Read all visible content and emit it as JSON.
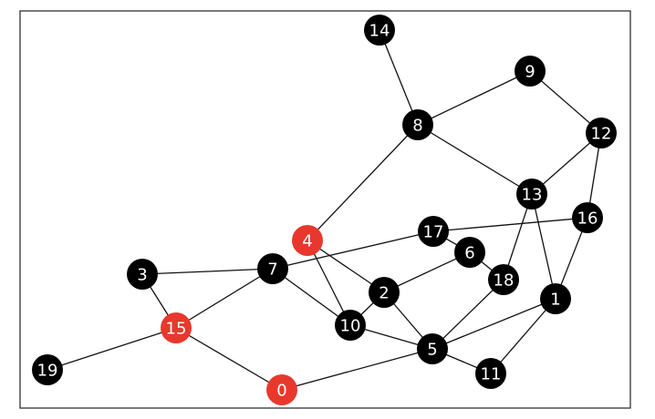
{
  "graph": {
    "colors": {
      "default": "#000000",
      "highlight": "#e8382d",
      "label": "#ffffff",
      "edge": "#111111"
    },
    "nodes": [
      {
        "id": "0",
        "label": "0",
        "highlighted": true
      },
      {
        "id": "1",
        "label": "1",
        "highlighted": false
      },
      {
        "id": "2",
        "label": "2",
        "highlighted": false
      },
      {
        "id": "3",
        "label": "3",
        "highlighted": false
      },
      {
        "id": "4",
        "label": "4",
        "highlighted": true
      },
      {
        "id": "5",
        "label": "5",
        "highlighted": false
      },
      {
        "id": "6",
        "label": "6",
        "highlighted": false
      },
      {
        "id": "7",
        "label": "7",
        "highlighted": false
      },
      {
        "id": "8",
        "label": "8",
        "highlighted": false
      },
      {
        "id": "9",
        "label": "9",
        "highlighted": false
      },
      {
        "id": "10",
        "label": "10",
        "highlighted": false
      },
      {
        "id": "11",
        "label": "11",
        "highlighted": false
      },
      {
        "id": "12",
        "label": "12",
        "highlighted": false
      },
      {
        "id": "13",
        "label": "13",
        "highlighted": false
      },
      {
        "id": "14",
        "label": "14",
        "highlighted": false
      },
      {
        "id": "15",
        "label": "15",
        "highlighted": true
      },
      {
        "id": "16",
        "label": "16",
        "highlighted": false
      },
      {
        "id": "17",
        "label": "17",
        "highlighted": false
      },
      {
        "id": "18",
        "label": "18",
        "highlighted": false
      },
      {
        "id": "19",
        "label": "19",
        "highlighted": false
      }
    ],
    "edges": [
      [
        "14",
        "8"
      ],
      [
        "8",
        "9"
      ],
      [
        "8",
        "13"
      ],
      [
        "8",
        "4"
      ],
      [
        "9",
        "12"
      ],
      [
        "12",
        "13"
      ],
      [
        "12",
        "16"
      ],
      [
        "13",
        "18"
      ],
      [
        "13",
        "1"
      ],
      [
        "16",
        "1"
      ],
      [
        "16",
        "17"
      ],
      [
        "17",
        "6"
      ],
      [
        "6",
        "18"
      ],
      [
        "6",
        "2"
      ],
      [
        "18",
        "5"
      ],
      [
        "4",
        "2"
      ],
      [
        "4",
        "10"
      ],
      [
        "7",
        "10"
      ],
      [
        "7",
        "3"
      ],
      [
        "7",
        "15"
      ],
      [
        "7",
        "17"
      ],
      [
        "2",
        "10"
      ],
      [
        "2",
        "5"
      ],
      [
        "10",
        "5"
      ],
      [
        "5",
        "1"
      ],
      [
        "5",
        "11"
      ],
      [
        "5",
        "0"
      ],
      [
        "1",
        "11"
      ],
      [
        "3",
        "15"
      ],
      [
        "15",
        "19"
      ],
      [
        "15",
        "0"
      ]
    ]
  }
}
